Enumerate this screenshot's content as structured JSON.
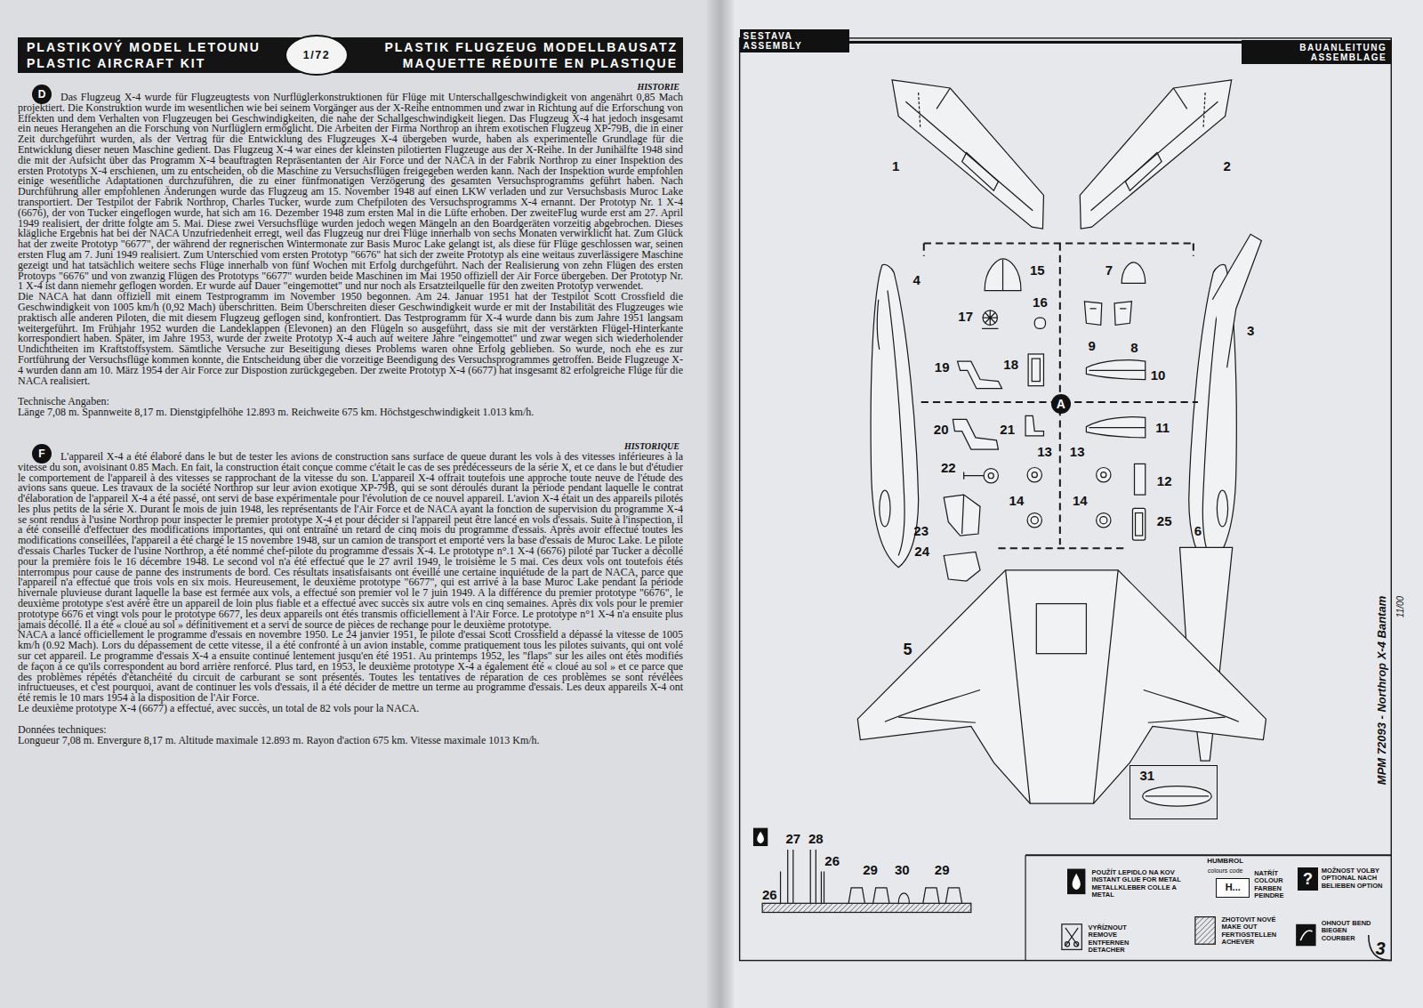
{
  "diagram": {
    "nodes": [
      {
        "text": [
          "PLASTIKOVÝ MODEL LETOUNU",
          "PLASTIC AIRCRAFT KIT",
          "PLASTIK FLUGZEUG MODELLBAUSATZ",
          "MAQUETTE RÉDUITE EN PLASTIQUE"
        ]
      },
      {
        "text": [
          "1/72"
        ],
        "in": 0
      },
      {
        "text": [
          "D"
        ]
      },
      {
        "text": [
          "F"
        ]
      },
      {
        "text": [
          "SESTAVA",
          "ASSEMBLY"
        ]
      },
      {
        "text": [
          "BAUANLEITUNG",
          "ASSEMBLAGE"
        ]
      },
      {
        "text": [
          "A"
        ]
      },
      {
        "text": [
          "31"
        ]
      },
      {
        "text": [
          "H..."
        ]
      },
      {
        "text": [
          "?"
        ]
      }
    ],
    "labels": [
      "HISTORIE",
      "Das Flugzeug X-4 wurde für Flugzeugtests von Nurflüglerkonstruktionen für Flüge mit Unterschallgeschwindigkeit von angenährt 0,85 Mach projektiert. Die Konstruktion wurde im wesentlichen wie bei seinem Vorgänger aus der X-Reihe entnommen und zwar in Richtung auf die Erforschung von Effekten und dem Verhalten von Flugzeugen bei Geschwindigkeiten, die nahe der Schallgeschwindigkeit liegen. Das Flugzeug X-4 hat jedoch insgesamt ein neues Herangehen an die Forschung von Nurflüglern ermöglicht. Die Arbeiten der Firma Northrop an ihrem exotischen Flugzeug XP-79B, die in einer Zeit durchgeführt wurden, als der Vertrag für die Entwicklung des Flugzeuges X-4 übergeben wurde, haben als experimentelle Grundlage für die Entwicklung dieser neuen Maschine gedient. Das Flugzeug X-4 war eines der kleinsten pilotierten Flugzeuge aus der X-Reihe. In der Junihälfte 1948 sind die mit der Aufsicht über das Programm X-4 beauftragten Repräsentanten der Air Force und der NACA in der Fabrik Northrop zu einer Inspektion des ersten Prototyps X-4 erschienen, um zu entscheiden, ob die Maschine zu Versuchsflügen freigegeben werden kann. Nach der Inspektion wurde empfohlen einige wesentliche Adaptationen durchzuführen, die zu einer fünfmonatigen Verzögerung des gesamten Versuchsprogramms geführt haben. Nach Durchführung aller empfohlenen Änderungen wurde das Flugzeug am 15. November 1948 auf einen LKW verladen und zur Versuchsbasis Muroc Lake transportiert. Der Testpilot der Fabrik Northrop, Charles Tucker, wurde zum Chefpiloten des Versuchsprogramms X-4 ernannt. Der Prototyp Nr. 1 X-4 (6676), der von Tucker eingeflogen wurde, hat sich am 16. Dezember 1948 zum ersten Mal in die Lüfte erhoben. Der zweiteFlug wurde erst am 27. April 1949 realisiert, der dritte folgte am 5. Mai. Diese zwei Versuchsflüge wurden jedoch wegen Mängeln an den Boardgeräten vorzeitig abgebrochen. Dieses klägliche Ergebnis hat bei der NACA Unzufriedenheit erregt, weil das Flugzeug nur drei Flüge innerhalb von sechs Monaten verwirklicht hat. Zum Glück hat der zweite Prototyp \"6677\", der während der regnerischen Wintermonate zur Basis Muroc Lake gelangt ist, als diese für Flüge geschlossen war, seinen ersten Flug am 7. Juni 1949 realisiert. Zum Unterschied vom ersten Prototyp \"6676\" hat sich der zweite Prototyp als eine weitaus zuverlässigere Maschine gezeigt und hat tatsächlich weitere sechs Flüge innerhalb von fünf Wochen mit Erfolg durchgeführt. Nach der Realisierung von zehn Flügen des ersten Protoyps \"6676\" und von zwanzig Flügen des Prototyps \"6677\" wurden beide Maschinen im Mai 1950 offiziell der Air Force übergeben. Der Prototyp Nr. 1 X-4 ist dann niemehr geflogen worden. Er wurde auf Dauer \"eingemottet\" und nur noch als Ersatzteilquelle für den zweiten Prototyp verwendet.",
      "Die NACA hat dann offiziell mit einem Testprogramm im November 1950 begonnen. Am 24. Januar 1951 hat der Testpilot Scott Crossfield die Geschwindigkeit von 1005 km/h (0,92 Mach) überschritten. Beim Überschreiten dieser Geschwindigkeit wurde er mit der Instabilität des Flugzeuges wie praktisch alle anderen Piloten, die mit diesem Flugzeug geflogen sind, konfrontiert. Das Testprogramm für X-4 wurde dann bis zum Jahre 1951 langsam weitergeführt. Im Frühjahr 1952 wurden die Landeklappen (Elevonen) an den Flügeln so ausgeführt, dass sie mit der verstärkten Flügel-Hinterkante korrespondiert haben. Später, im Jahre 1953, wurde der zweite Prototyp X-4 auch auf weitere Jahre \"eingemottet\" und zwar wegen sich wiederholender Undichtheiten im Kraftstoffsystem. Sämtliche Versuche zur Beseitigung dieses Problems waren ohne Erfolg geblieben. So wurde, noch ehe es zur Fortführung der Versuchsflüge kommen konnte, die Entscheidung über die vorzeitige Beendigung des Versuchsprogrammes getroffen. Beide Flugzeuge X-4 wurden dann am 10. März 1954 der Air Force zur Dispostion zurückgegeben. Der zweite Prototyp X-4 (6677) hat insgesamt 82 erfolgreiche Flüge für die NACA realisiert.",
      "Technische Angaben:",
      "Länge 7,08 m. Spannweite 8,17 m. Dienstgipfelhöhe 12.893 m. Reichweite 675 km. Höchstgeschwindigkeit 1.013 km/h.",
      "HISTORIQUE",
      "L'appareil X-4 a été élaboré dans le but de tester les avions de construction sans surface de queue durant les vols à des vitesses inférieures à la vitesse du son, avoisinant 0.85 Mach. En fait, la construction était conçue comme c'était le cas de ses prédécesseurs de la série X, et ce dans le but d'étudier le comportement de l'appareil à des vitesses se rapprochant de la vitesse du son. L'appareil X-4 offrait toutefois une approche toute neuve de l'étude des avions sans queue. Les travaux de la société Northrop sur leur avion exotique XP-79B, qui se sont déroulés durant la période pendant laquelle le contrat d'élaboration de l'appareil X-4 a été passé, ont servi de base expérimentale pour l'évolution de ce nouvel appareil. L'avion X-4 était un des appareils pilotés les plus petits de la série X. Durant le mois de juin 1948, les représentants de l'Air Force et de NACA ayant la fonction de supervision du programme X-4 se sont rendus à l'usine Northrop pour inspecter le premier prototype X-4 et pour décider si l'appareil peut être lancé en vols d'essais. Suite à l'inspection, il a été conseillé d'effectuer des modifications importantes, qui ont entraîné un retard de cinq mois du programme d'essais. Après avoir effectué toutes les modifications conseillées, l'appareil a été chargé le 15 novembre 1948, sur un camion de transport et emporté vers la base d'essais de Muroc Lake. Le pilote d'essais Charles Tucker de l'usine Northrop, a été nommé chef-pilote du programme d'essais X-4. Le prototype n°.1 X-4 (6676) piloté par Tucker a décollé pour la première fois le 16 décembre 1948. Le second vol n'a été effectué que le 27 avril 1949, le troisième le 5 mai. Ces deux vols ont toutefois étés interrompus pour cause de panne des instruments de bord. Ces résultats insatisfaisants ont éveillé une certaine inquiétude de la part de NACA, parce que l'appareil n'a effectué que trois vols en six mois. Heureusement, le deuxième prototype \"6677\", qui est arrivé à la base Muroc Lake pendant la période hivernale pluvieuse durant laquelle la base est fermée aux vols, a effectué son premier vol le 7 juin 1949. A la différence du premier prototype \"6676\", le deuxième prototype s'est avéré être un appareil de loin plus fiable et a effectué avec succès six autre vols en cinq semaines. Après dix vols pour le premier prototype 6676 et vingt vols pour le prototype 6677, les deux appareils ont étés transmis officiellement à l'Air Force. Le prototype n°1 X-4 n'a ensuite plus jamais décollé. Il a été « cloué au sol » définitivement et a servi de source de pièces de rechange pour le deuxième prototype.",
      "NACA a lancé officiellement le programme d'essais en novembre 1950. Le 24 janvier 1951, le pilote d'essai Scott Crossfield a dépassé la vitesse de 1005 km/h (0.92 Mach). Lors du dépassement de cette vitesse, il a été confronté à un avion instable, comme pratiquement tous les pilotes suivants, qui ont volé sur cet appareil. Le programme d'essais X-4 a ensuite continué lentement jusqu'en été 1951. Au printemps 1952, les \"flaps\" sur les ailes ont étés modifiés de façon à ce qu'ils correspondent au bord arrière renforcé. Plus tard, en 1953, le deuxième prototype X-4 a également été « cloué au sol » et ce parce que des problèmes répétés d'étanchéité du circuit de carburant se sont présentés. Toutes les tentatives de réparation de ces problèmes se sont révélées infructueuses, et c'est pourquoi, avant de continuer les vols d'essais, il a été décider de mettre un terme au programme d'essais. Les deux appareils X-4 ont été remis le 10 mars 1954 à la disposition de l'Air Force.",
      "Le deuxième prototype X-4 (6677) a effectué, avec succès, un total de 82 vols pour la NACA.",
      "Données techniques:",
      "Longueur 7,08 m. Envergure 8,17 m. Altitude maximale 12.893 m. Rayon d'action 675 km. Vitesse maximale 1013 Km/h.",
      "1",
      "2",
      "4",
      "15",
      "7",
      "16",
      "3",
      "17",
      "9",
      "8",
      "19",
      "18",
      "10",
      "20",
      "21",
      "11",
      "13",
      "13",
      "22",
      "12",
      "14",
      "14",
      "23",
      "25",
      "6",
      "24",
      "5",
      "27",
      "28",
      "26",
      "26",
      "29",
      "30",
      "29",
      "HUMBROL",
      "colours code",
      "MPM 72093 - Northrop X-4 Bantam",
      "11/00",
      "3"
    ],
    "legend": [
      {
        "text": "POUŽÍT LEPIDLO NA KOV INSTANT GLUE FOR METAL METALLKLEBER COLLE A METAL"
      },
      {
        "text": "NATŘÍT COLOUR FARBEN PEINDRE"
      },
      {
        "text": "MOŽNOST VOLBY OPTIONAL NACH BELIEBEN OPTION"
      },
      {
        "text": "VYŘÍZNOUT REMOVE ENTFERNEN DETACHER"
      },
      {
        "text": "ZHOTOVIT NOVÉ MAKE OUT FERTIGSTELLEN ACHEVER"
      },
      {
        "text": "OHNOUT BEND BIEGEN COURBER"
      }
    ]
  }
}
